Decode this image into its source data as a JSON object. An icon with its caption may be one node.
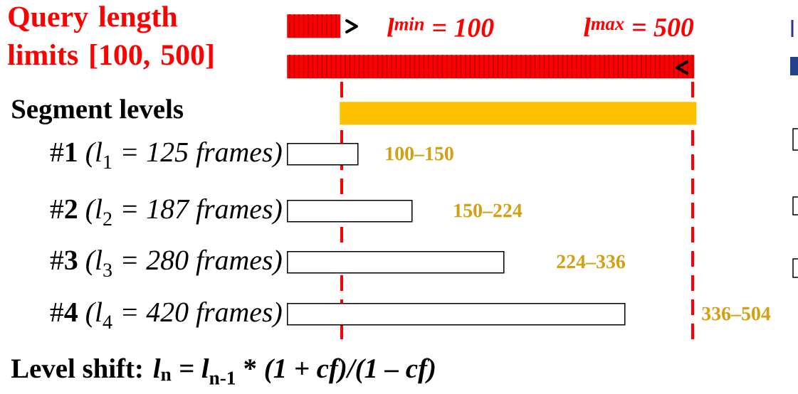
{
  "diagram": {
    "nodes": [
      {
        "text": [],
        "shape": "bar",
        "beside": [
          "l$^{min}$ = 100"
        ]
      },
      {
        "text": [],
        "shape": "bar",
        "beside": [
          "l$^{max}$ = 500"
        ]
      },
      {
        "text": [],
        "shape": "bar"
      },
      {
        "text": [],
        "shape": "box",
        "beside": [
          "#**1** *(l*$_{1}$ *= 125 frames)*",
          "100–150"
        ]
      },
      {
        "text": [],
        "shape": "box",
        "beside": [
          "#**2** *(l*$_{2}$ *= 187 frames)*",
          "150–224"
        ]
      },
      {
        "text": [],
        "shape": "box",
        "beside": [
          "#**3** *(l*$_{3}$ *= 280 frames)*",
          "224–336"
        ]
      },
      {
        "text": [],
        "shape": "box",
        "beside": [
          "#**4** *(l*$_{4}$ *= 420 frames)*",
          "336–504"
        ]
      }
    ],
    "labels": [
      "Query length limits [100, 500]",
      "Segment levels",
      "Level shift: *l*$_{n}$ *= l*$_{n-1}$ * *(1 + cf)/(1 – cf)*"
    ]
  }
}
